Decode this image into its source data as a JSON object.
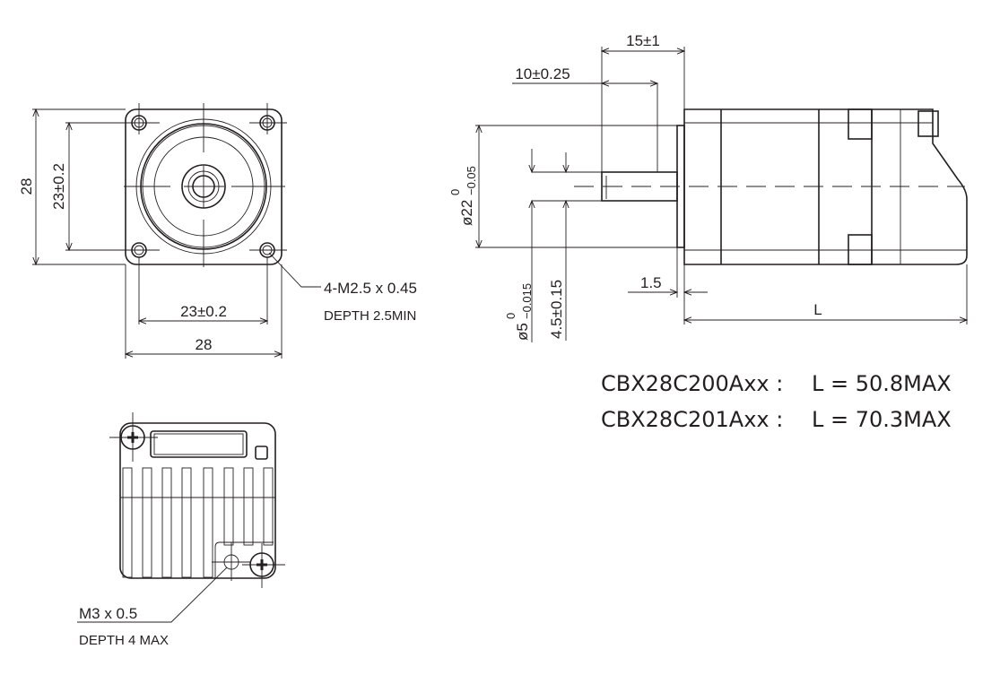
{
  "front_view": {
    "dim_height": "28",
    "dim_hole_pitch_v": "23±0.2",
    "dim_hole_pitch_h": "23±0.2",
    "dim_width": "28",
    "hole_note_line1": "4-M2.5 x 0.45",
    "hole_note_line2": "DEPTH 2.5MIN"
  },
  "side_view": {
    "dim_shaft_length": "15±1",
    "dim_flat_length": "10±0.25",
    "dim_pilot_dia": "ø22",
    "dim_pilot_tol_upper": "0",
    "dim_pilot_tol_lower": "−0.05",
    "dim_shaft_dia": "ø5",
    "dim_shaft_tol_upper": "0",
    "dim_shaft_tol_lower": "−0.015",
    "dim_flat_height": "4.5±0.15",
    "dim_pilot_thickness": "1.5",
    "dim_length": "L"
  },
  "models": [
    {
      "name": "CBX28C200Axx :",
      "length": "L = 50.8MAX"
    },
    {
      "name": "CBX28C201Axx :",
      "length": "L = 70.3MAX"
    }
  ],
  "rear_view": {
    "hole_note_line1": "M3 x 0.5",
    "hole_note_line2": "DEPTH 4 MAX"
  },
  "colors": {
    "line": "#231f20",
    "background": "#ffffff"
  }
}
